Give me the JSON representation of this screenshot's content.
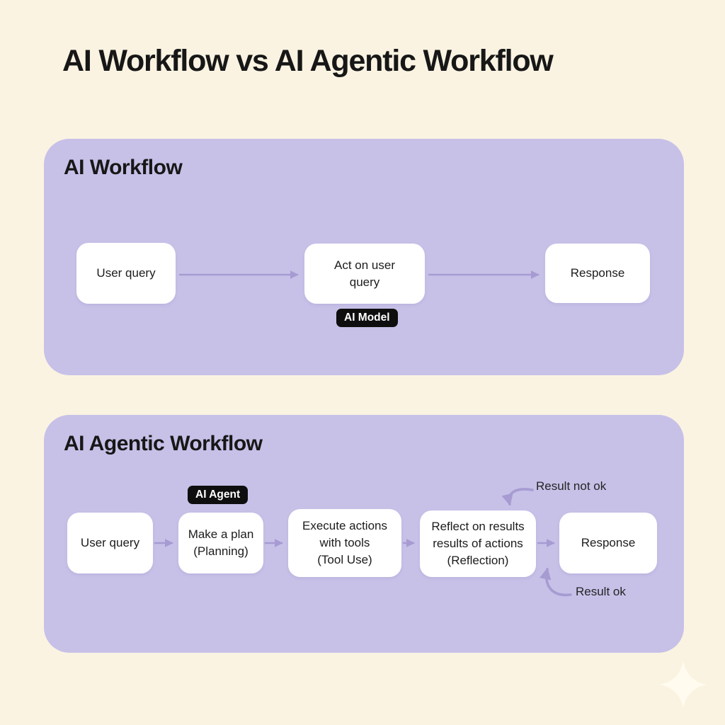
{
  "title": "AI Workflow vs AI Agentic Workflow",
  "colors": {
    "background": "#FAF3E2",
    "panel": "#C7C1E8",
    "node": "#FFFFFF",
    "arrow": "#A79BD2",
    "badge_background": "#0E0E0E",
    "badge_text": "#FFFFFF",
    "heading_text": "#171717"
  },
  "workflow_panel": {
    "heading": "AI Workflow",
    "model_badge": "AI Model",
    "nodes": [
      {
        "label": "User query"
      },
      {
        "label": "Act on user\nquery"
      },
      {
        "label": "Response"
      }
    ]
  },
  "agentic_panel": {
    "heading": "AI Agentic Workflow",
    "agent_badge": "AI Agent",
    "nodes": [
      {
        "label": "User query"
      },
      {
        "label": "Make a plan\n(Planning)"
      },
      {
        "label": "Execute actions\nwith tools\n(Tool Use)"
      },
      {
        "label": "Reflect on results\nresults of actions\n(Reflection)"
      },
      {
        "label": "Response"
      }
    ],
    "feedback": {
      "not_ok": "Result not ok",
      "ok": "Result ok"
    }
  }
}
